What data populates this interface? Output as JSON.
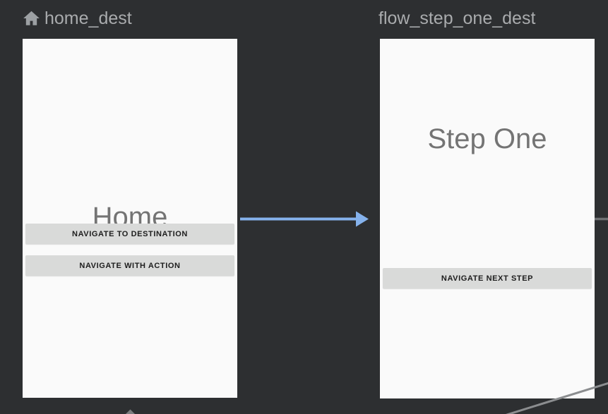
{
  "editor": {
    "background_color": "#2d2f31",
    "label_color": "#a9abad",
    "start_icon": "home-icon"
  },
  "destinations": [
    {
      "label": "home_dest",
      "is_start_destination": true,
      "preview": {
        "title": "Home",
        "buttons": [
          "NAVIGATE TO DESTINATION",
          "NAVIGATE WITH ACTION"
        ]
      }
    },
    {
      "label": "flow_step_one_dest",
      "is_start_destination": false,
      "preview": {
        "title": "Step One",
        "buttons": [
          "NAVIGATE NEXT STEP"
        ]
      }
    }
  ],
  "edges": {
    "selected_action_color": "#85b2ec",
    "edge_gray_color": "#8b8d8f",
    "stub_gray_color": "#6f7173",
    "arrowhead_gray_color": "#7b7d7f"
  }
}
